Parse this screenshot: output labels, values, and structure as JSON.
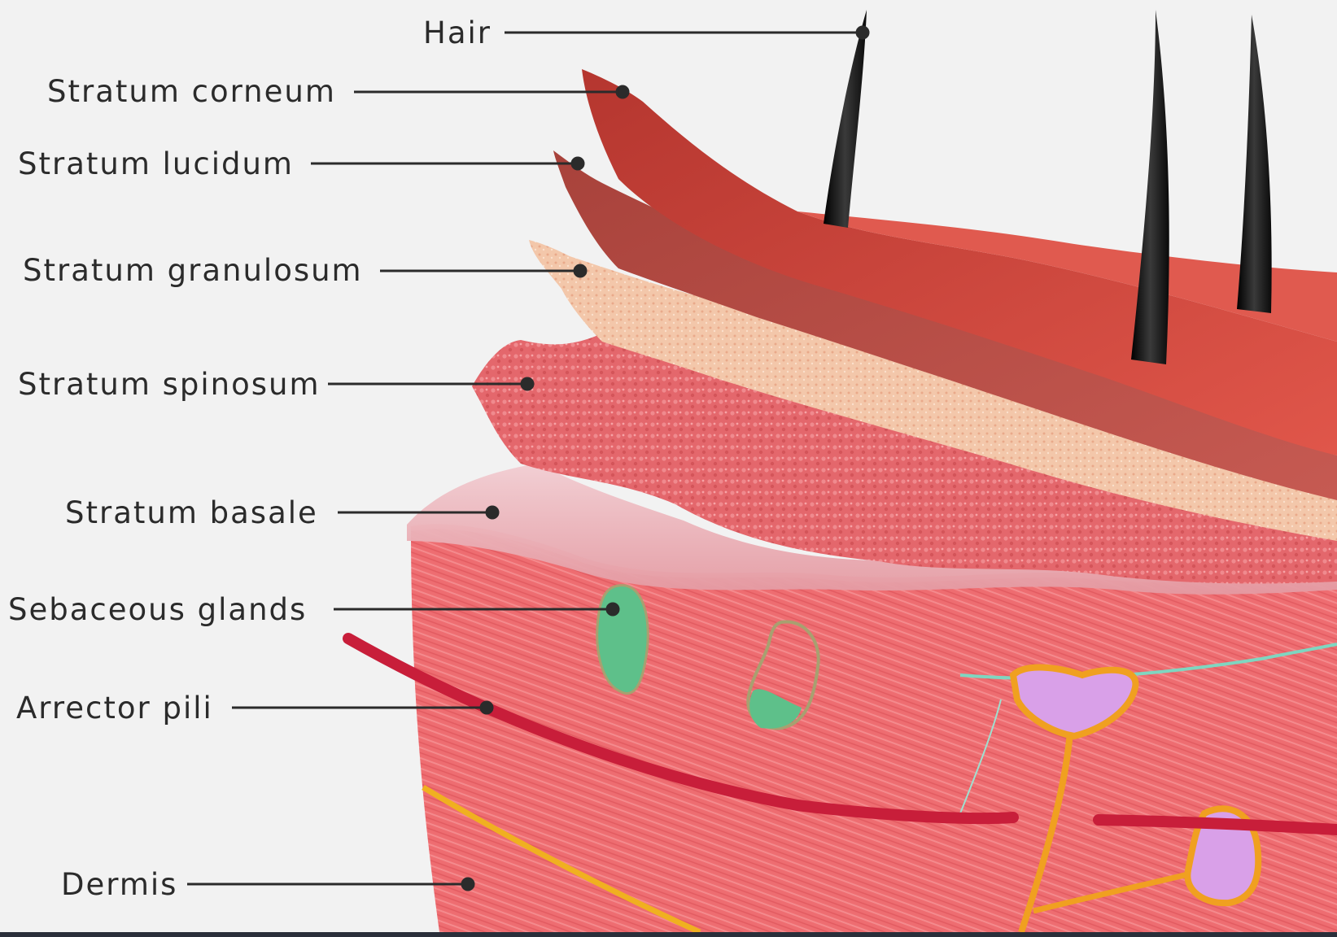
{
  "diagram": {
    "labels": [
      {
        "id": "hair",
        "text": "Hair"
      },
      {
        "id": "stratum-corneum",
        "text": "Stratum corneum"
      },
      {
        "id": "stratum-lucidum",
        "text": "Stratum lucidum"
      },
      {
        "id": "stratum-granulosum",
        "text": "Stratum granulosum"
      },
      {
        "id": "stratum-spinosum",
        "text": "Stratum spinosum"
      },
      {
        "id": "stratum-basale",
        "text": "Stratum basale"
      },
      {
        "id": "sebaceous-glands",
        "text": "Sebaceous glands"
      },
      {
        "id": "arrector-pili",
        "text": "Arrector pili"
      },
      {
        "id": "dermis",
        "text": "Dermis"
      }
    ]
  },
  "colors": {
    "background": "#f2f2f2",
    "leader_line": "#2b2b2b",
    "stratum_corneum": "#c8473e",
    "stratum_lucidum": "#b8453d",
    "stratum_granulosum": "#f2c3a6",
    "stratum_spinosum": "#e3646a",
    "stratum_basale": "#e8b3b8",
    "dermis": "#ee6a6e",
    "hair": "#1a1a1a",
    "sebaceous_gland": "#5ec08a",
    "arrector_pili": "#c81e3a",
    "nerve": "#f0a020",
    "receptor": "#d9a0e8"
  }
}
